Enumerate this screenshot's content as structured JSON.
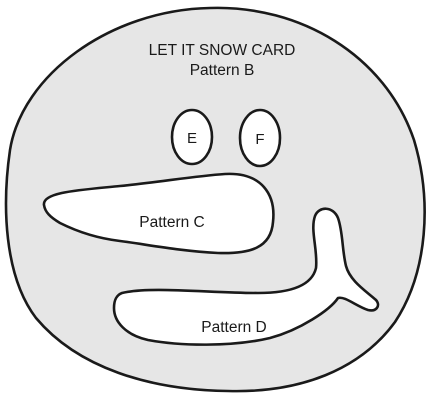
{
  "title": "LET IT SNOW CARD",
  "subtitle": "Pattern B",
  "pieces": {
    "eye_left": "E",
    "eye_right": "F",
    "nose": "Pattern C",
    "mouth": "Pattern D"
  },
  "colors": {
    "face_fill": "#e6e6e6",
    "piece_fill": "#ffffff",
    "outline": "#1a1a1a"
  }
}
